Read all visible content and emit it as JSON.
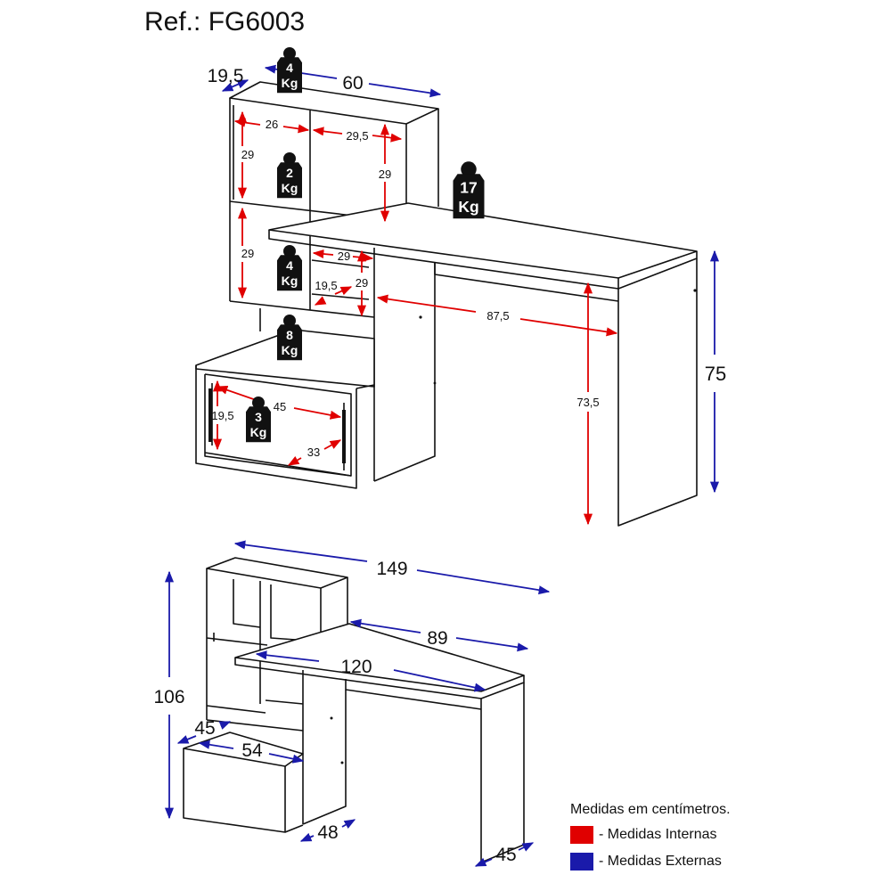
{
  "header": {
    "reference": "Ref.: FG6003"
  },
  "colors": {
    "internal": "#e00000",
    "external": "#1a1aaa",
    "line": "#111111"
  },
  "weights": [
    {
      "id": "w-top",
      "value": "4",
      "unit": "Kg"
    },
    {
      "id": "w-shelf",
      "value": "2",
      "unit": "Kg"
    },
    {
      "id": "w-desk",
      "value": "17",
      "unit": "Kg"
    },
    {
      "id": "w-mid",
      "value": "4",
      "unit": "Kg"
    },
    {
      "id": "w-base",
      "value": "8",
      "unit": "Kg"
    },
    {
      "id": "w-drawer",
      "value": "3",
      "unit": "Kg"
    }
  ],
  "top_view": {
    "internal": {
      "niche_width_left": "26",
      "niche_width_right": "29,5",
      "niche_height_left_top": "29",
      "niche_height_right_top": "29",
      "niche_height_left_mid": "29",
      "niche_width_mid": "29",
      "niche_height_mid": "29",
      "niche_depth_mid": "19,5",
      "desk_width": "87,5",
      "desk_height": "73,5",
      "drawer_width": "45",
      "drawer_height": "19,5",
      "drawer_depth": "33"
    },
    "external": {
      "hutch_depth": "19,5",
      "hutch_width": "60",
      "desk_height": "75"
    }
  },
  "bottom_view": {
    "external": {
      "total_width": "149",
      "desk_width": "89",
      "top_length": "120",
      "total_height": "106",
      "drawer_depth": "45",
      "drawer_width": "54",
      "base_depth": "48",
      "desk_depth": "45"
    }
  },
  "legend": {
    "title": "Medidas em centímetros.",
    "internal_label": "- Medidas Internas",
    "external_label": "- Medidas Externas"
  }
}
